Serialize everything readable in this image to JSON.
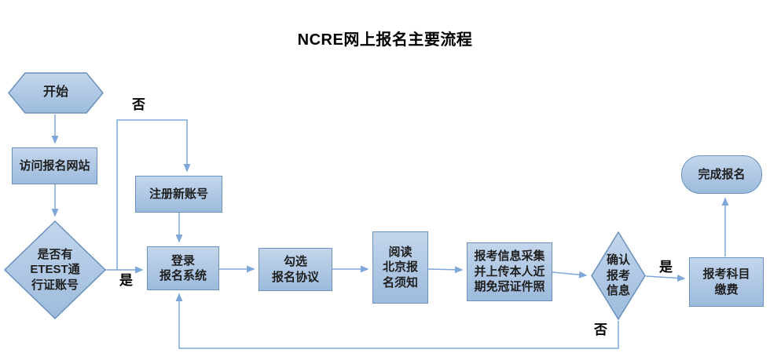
{
  "title": "NCRE网上报名主要流程",
  "colors": {
    "node_fill_top": "#c3d6ec",
    "node_fill_bottom": "#9dbbdc",
    "node_border": "#6a91bd",
    "connector": "#7da7d8",
    "text": "#1f1f1f"
  },
  "nodes": {
    "start": {
      "label": "开始",
      "type": "hexagon"
    },
    "visit": {
      "label": "访问报名网站",
      "type": "rect"
    },
    "has_account": {
      "label": "是否有\nETEST通\n行证账号",
      "type": "diamond"
    },
    "register": {
      "label": "注册新账号",
      "type": "rect"
    },
    "login": {
      "label": "登录\n报名系统",
      "type": "rect"
    },
    "agreement": {
      "label": "勾选\n报名协议",
      "type": "rect"
    },
    "notice": {
      "label": "阅读\n北京报\n名须知",
      "type": "rect"
    },
    "collect": {
      "label": "报考信息采集\n并上传本人近\n期免冠证件照",
      "type": "rect"
    },
    "confirm": {
      "label": "确认\n报考\n信息",
      "type": "diamond"
    },
    "payment": {
      "label": "报考科目\n缴费",
      "type": "rect"
    },
    "complete": {
      "label": "完成报名",
      "type": "terminator"
    }
  },
  "edge_labels": {
    "no_register": "否",
    "yes_login": "是",
    "yes_payment": "是",
    "no_revise": "否"
  }
}
